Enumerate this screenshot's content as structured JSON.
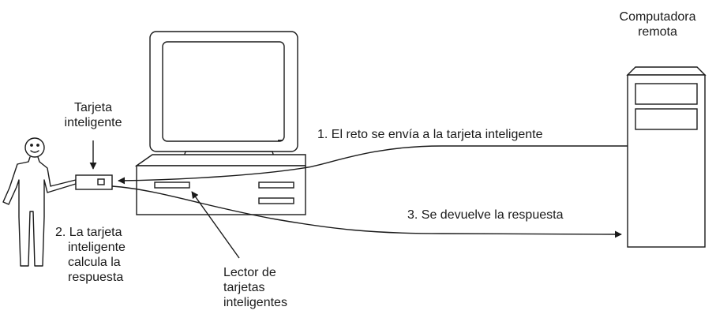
{
  "labels": {
    "remote_computer": [
      "Computadora",
      "remota"
    ],
    "smart_card": [
      "Tarjeta",
      "inteligente"
    ],
    "step1": "1. El reto se envía a la tarjeta inteligente",
    "step2": [
      "2. La tarjeta",
      "inteligente",
      "calcula la",
      "respuesta"
    ],
    "step3": "3. Se devuelve la respuesta",
    "card_reader": [
      "Lector de",
      "tarjetas",
      "inteligentes"
    ]
  },
  "colors": {
    "stroke": "#1a1a1a",
    "background": "#ffffff"
  }
}
